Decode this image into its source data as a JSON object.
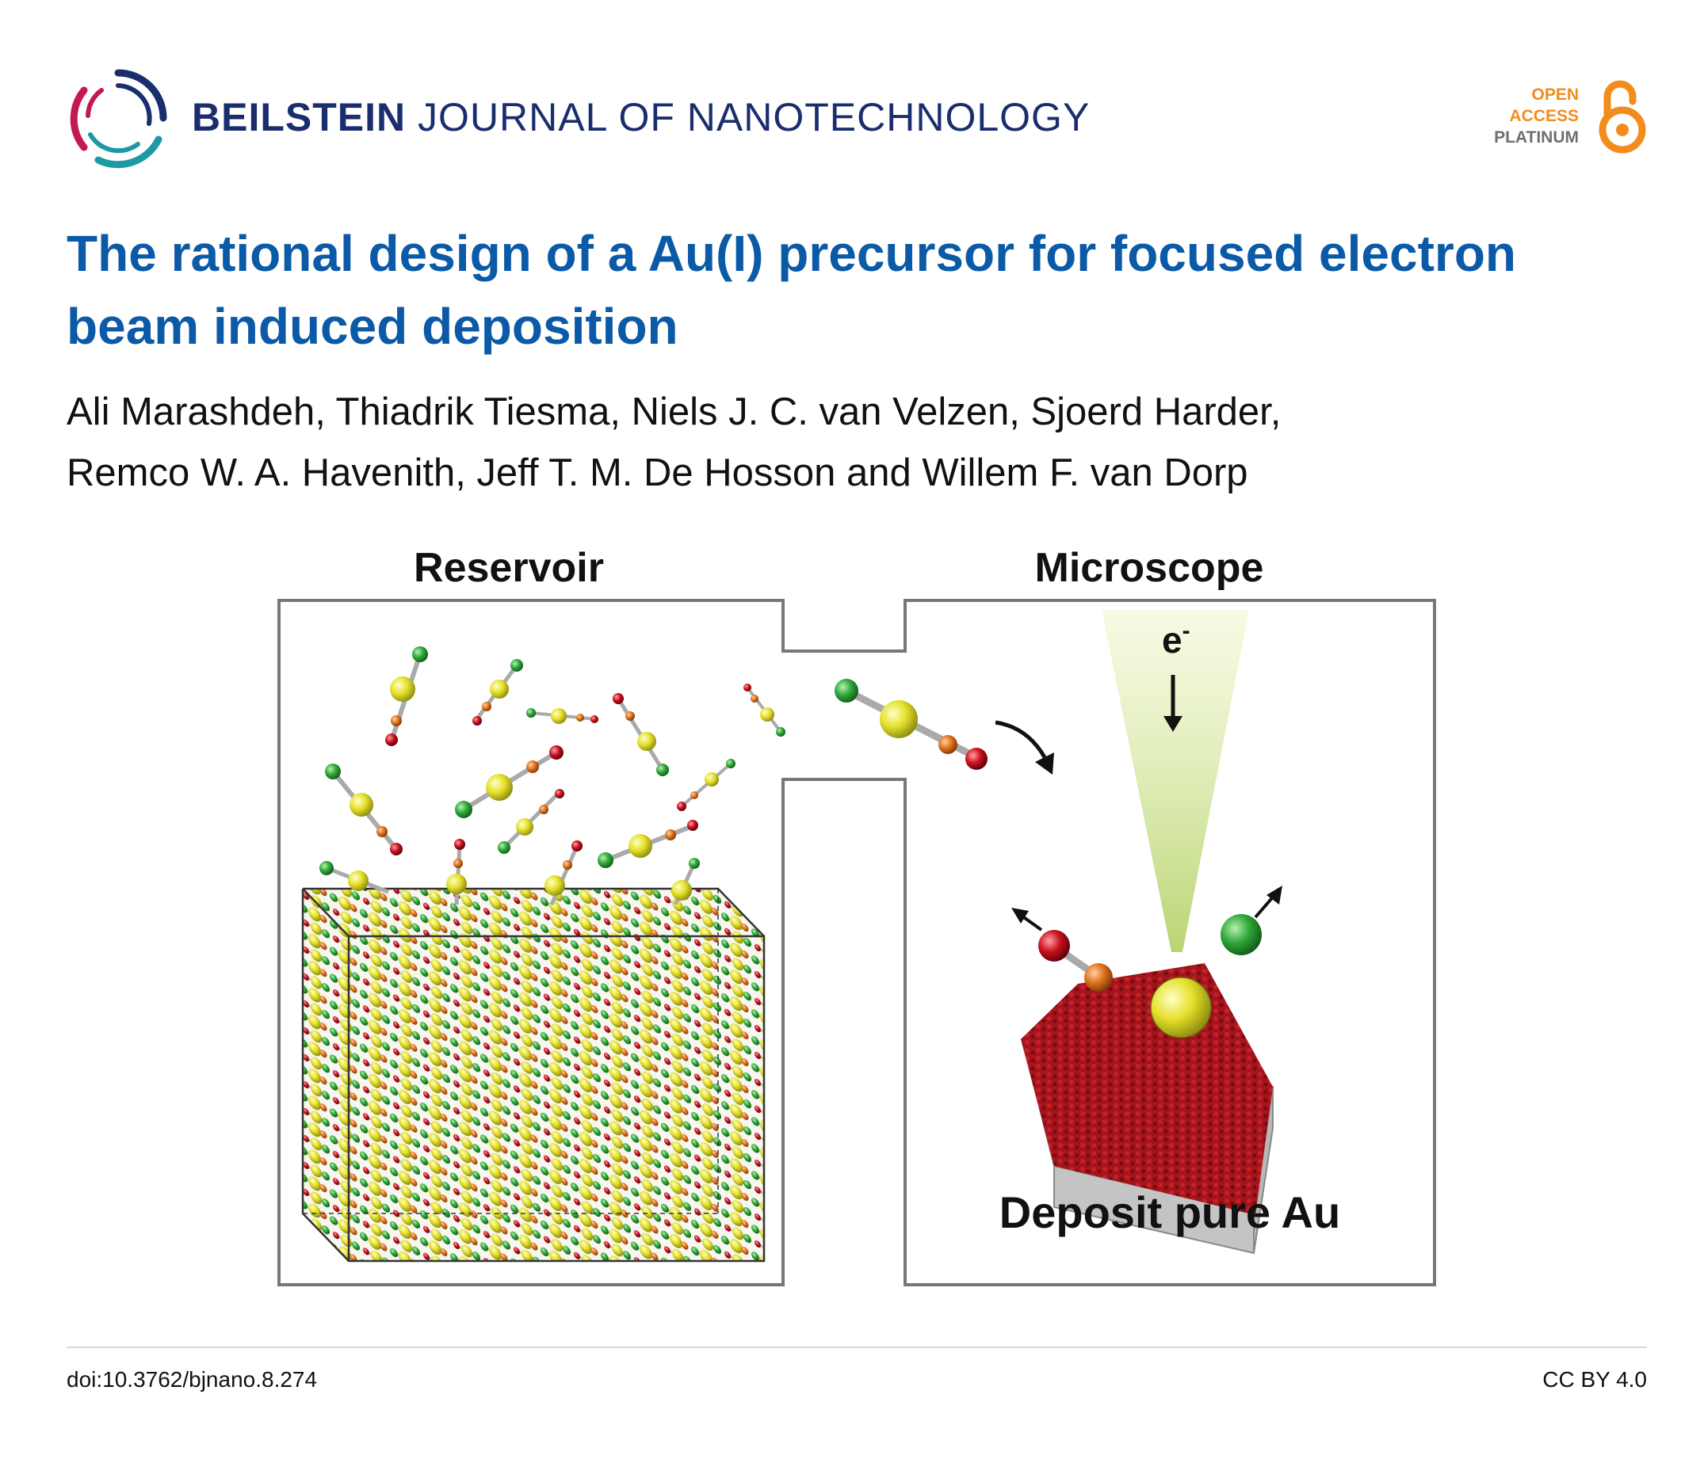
{
  "header": {
    "journal_bold": "BEILSTEIN",
    "journal_rest": "JOURNAL OF NANOTECHNOLOGY",
    "open_access": [
      "OPEN",
      "ACCESS",
      "PLATINUM"
    ]
  },
  "article": {
    "title": "The rational design of a Au(I) precursor for focused electron beam induced deposition",
    "authors_line1": "Ali Marashdeh, Thiadrik Tiesma, Niels J. C. van Velzen, Sjoerd Harder,",
    "authors_line2": "Remco W. A. Havenith, Jeff T. M. De Hosson and Willem F. van Dorp"
  },
  "figure": {
    "reservoir_label": "Reservoir",
    "microscope_label": "Microscope",
    "electron_label": "e",
    "electron_superscript": "-",
    "deposit_label": "Deposit pure Au"
  },
  "footer": {
    "doi": "doi:10.3762/bjnano.8.274",
    "license": "CC BY 4.0"
  },
  "colors": {
    "title": "#0b5aa8",
    "journal": "#1a2e6e",
    "oa_orange": "#f28c1c",
    "atom_gold": "#e5e02a",
    "atom_green": "#2fa83a",
    "atom_red": "#c8101e",
    "atom_orange": "#e0721c"
  }
}
